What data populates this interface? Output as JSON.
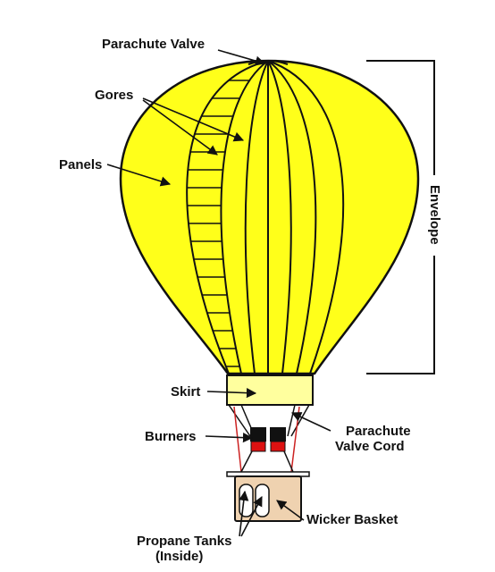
{
  "labels": {
    "parachute_valve": "Parachute Valve",
    "gores": "Gores",
    "panels": "Panels",
    "envelope": "Envelope",
    "skirt": "Skirt",
    "burners": "Burners",
    "parachute_valve_cord_line1": "Parachute",
    "parachute_valve_cord_line2": "Valve Cord",
    "wicker_basket": "Wicker Basket",
    "propane_tanks_line1": "Propane Tanks",
    "propane_tanks_line2": "(Inside)"
  },
  "colors": {
    "envelope_fill": "#ffff1a",
    "skirt_fill": "#ffff9e",
    "basket_fill": "#efd2b0",
    "burner_red": "#dd1111",
    "cord_red": "#cc2222",
    "outline": "#111111"
  }
}
